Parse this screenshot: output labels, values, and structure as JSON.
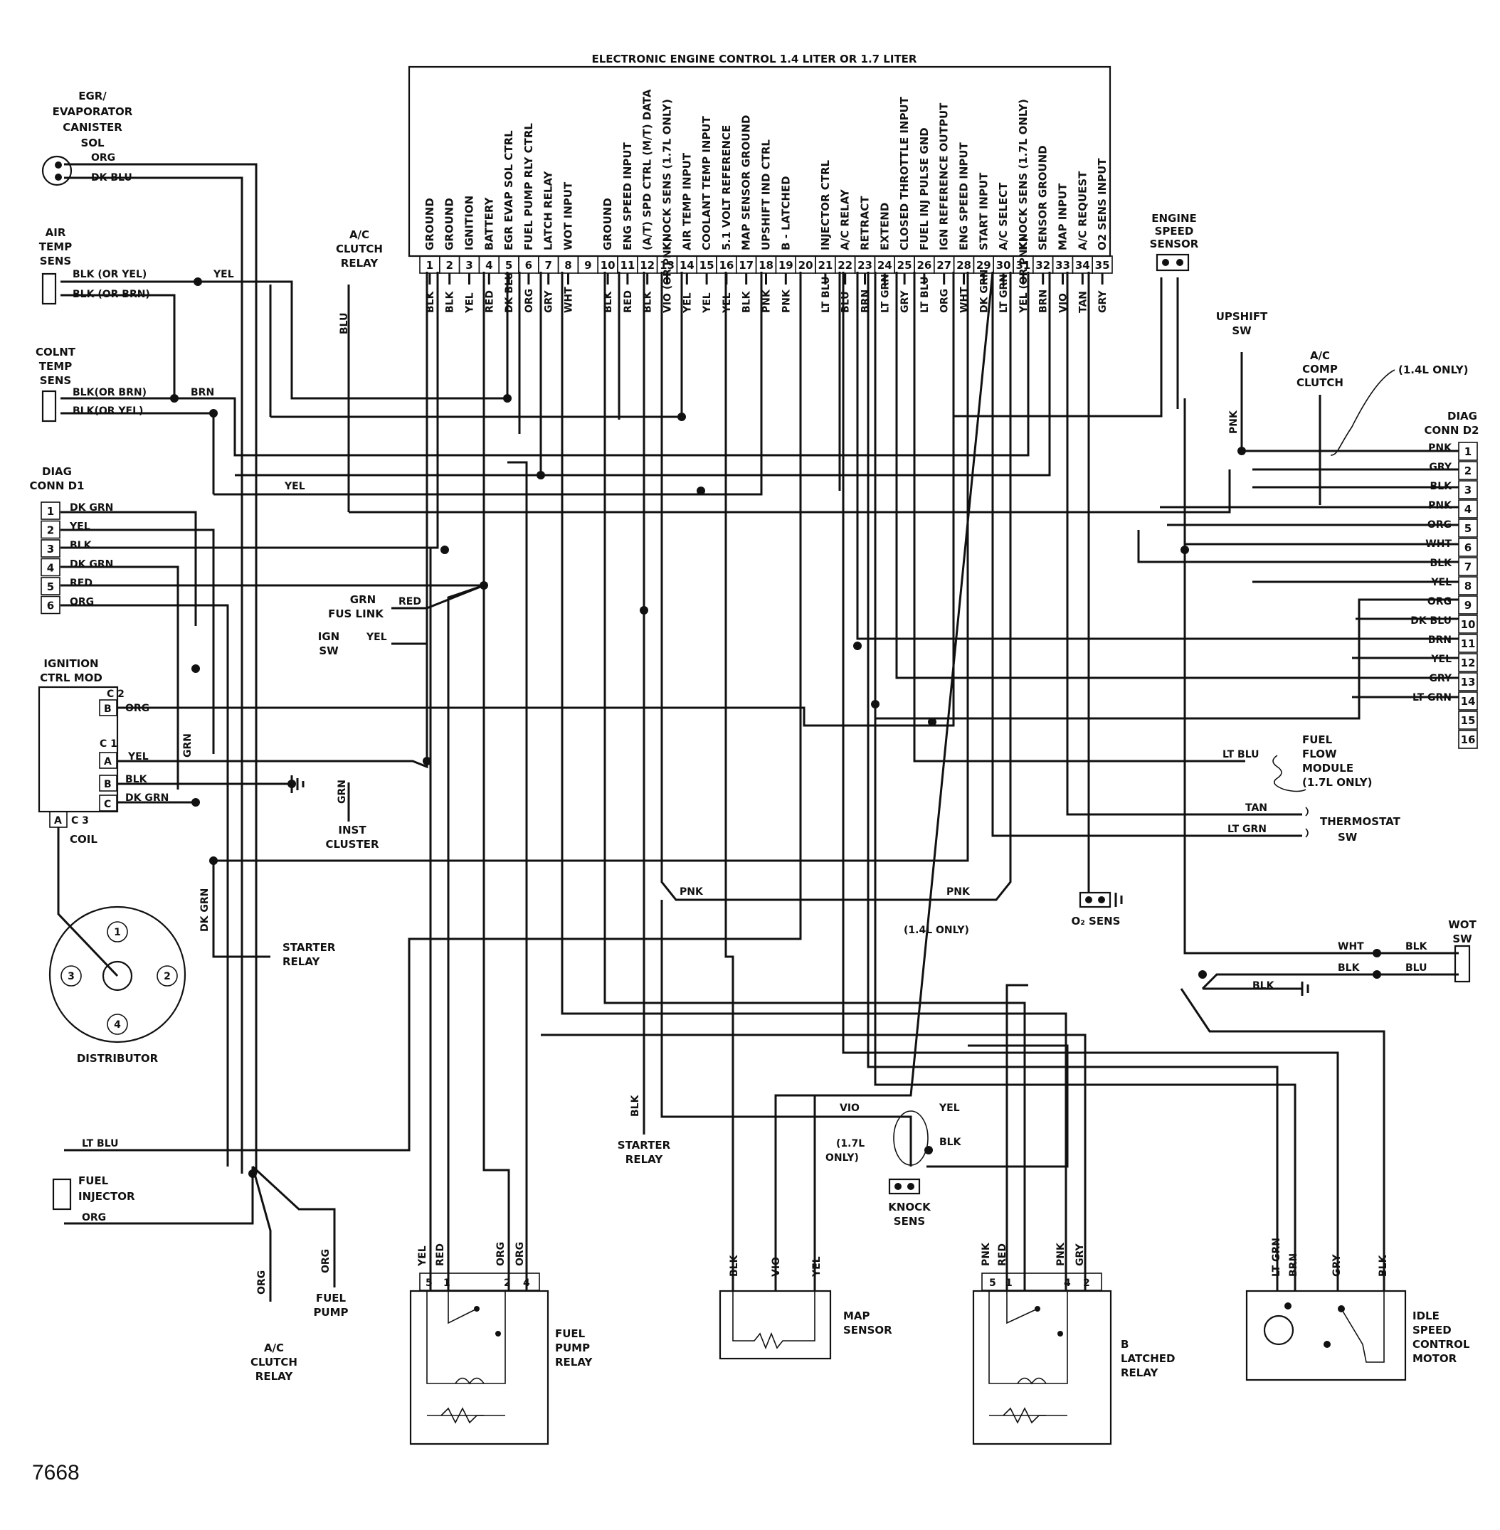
{
  "ecu": {
    "title": "ELECTRONIC ENGINE CONTROL 1.4 LITER OR 1.7 LITER",
    "pins": [
      {
        "num": "1",
        "func": "GROUND",
        "wire": "BLK"
      },
      {
        "num": "2",
        "func": "GROUND",
        "wire": "BLK"
      },
      {
        "num": "3",
        "func": "IGNITION",
        "wire": "YEL"
      },
      {
        "num": "4",
        "func": "BATTERY",
        "wire": "RED"
      },
      {
        "num": "5",
        "func": "EGR EVAP SOL CTRL",
        "wire": "DK BLU"
      },
      {
        "num": "6",
        "func": "FUEL PUMP RLY CTRL",
        "wire": "ORG"
      },
      {
        "num": "7",
        "func": "LATCH RELAY",
        "wire": "GRY"
      },
      {
        "num": "8",
        "func": "WOT INPUT",
        "wire": "WHT"
      },
      {
        "num": "9",
        "func": "",
        "wire": ""
      },
      {
        "num": "10",
        "func": "GROUND",
        "wire": "BLK"
      },
      {
        "num": "11",
        "func": "ENG SPEED INPUT",
        "wire": "RED"
      },
      {
        "num": "12",
        "func": "(A/T) SPD CTRL (M/T) DATA",
        "wire": "BLK"
      },
      {
        "num": "13",
        "func": "KNOCK SENS (1.7L ONLY)",
        "wire": "VIO (OR PNK)"
      },
      {
        "num": "14",
        "func": "AIR TEMP INPUT",
        "wire": "YEL"
      },
      {
        "num": "15",
        "func": "COOLANT TEMP INPUT",
        "wire": "YEL"
      },
      {
        "num": "16",
        "func": "5.1 VOLT REFERENCE",
        "wire": "YEL"
      },
      {
        "num": "17",
        "func": "MAP SENSOR GROUND",
        "wire": "BLK"
      },
      {
        "num": "18",
        "func": "UPSHIFT IND CTRL",
        "wire": "PNK"
      },
      {
        "num": "19",
        "func": "B - LATCHED",
        "wire": "PNK"
      },
      {
        "num": "20",
        "func": "",
        "wire": ""
      },
      {
        "num": "21",
        "func": "INJECTOR CTRL",
        "wire": "LT BLU"
      },
      {
        "num": "22",
        "func": "A/C RELAY",
        "wire": "BLU"
      },
      {
        "num": "23",
        "func": "RETRACT",
        "wire": "BRN"
      },
      {
        "num": "24",
        "func": "EXTEND",
        "wire": "LT GRN"
      },
      {
        "num": "25",
        "func": "CLOSED THROTTLE INPUT",
        "wire": "GRY"
      },
      {
        "num": "26",
        "func": "FUEL INJ PULSE GND",
        "wire": "LT BLU"
      },
      {
        "num": "27",
        "func": "IGN REFERENCE OUTPUT",
        "wire": "ORG"
      },
      {
        "num": "28",
        "func": "ENG SPEED INPUT",
        "wire": "WHT"
      },
      {
        "num": "29",
        "func": "START INPUT",
        "wire": "DK GRN"
      },
      {
        "num": "30",
        "func": "A/C SELECT",
        "wire": "LT GRN"
      },
      {
        "num": "31",
        "func": "KNOCK SENS (1.7L ONLY)",
        "wire": "YEL (OR PNK)"
      },
      {
        "num": "32",
        "func": "SENSOR GROUND",
        "wire": "BRN"
      },
      {
        "num": "33",
        "func": "MAP INPUT",
        "wire": "VIO"
      },
      {
        "num": "34",
        "func": "A/C REQUEST",
        "wire": "TAN"
      },
      {
        "num": "35",
        "func": "O2 SENS INPUT",
        "wire": "GRY"
      }
    ]
  },
  "components": {
    "egr_sol": {
      "name": [
        "EGR/",
        "EVAPORATOR",
        "CANISTER",
        "SOL"
      ],
      "wires": [
        "ORG",
        "DK BLU"
      ]
    },
    "air_temp": {
      "name": [
        "AIR",
        "TEMP",
        "SENS"
      ],
      "wires": [
        "BLK (OR YEL)",
        "BLK (OR BRN)"
      ],
      "tap": "YEL"
    },
    "colnt_temp": {
      "name": [
        "COLNT",
        "TEMP",
        "SENS"
      ],
      "wires": [
        "BLK(OR BRN)",
        "BLK(OR YEL)"
      ],
      "tap": "BRN"
    },
    "ac_clutch_relay_top": {
      "name": [
        "A/C",
        "CLUTCH",
        "RELAY"
      ],
      "wire": "BLU"
    },
    "diag_d1": {
      "name": [
        "DIAG",
        "CONN D1"
      ],
      "pins": [
        "1",
        "2",
        "3",
        "4",
        "5",
        "6"
      ],
      "wires": [
        "DK GRN",
        "YEL",
        "BLK",
        "DK GRN",
        "RED",
        "ORG"
      ],
      "tap": "YEL"
    },
    "fus_link": {
      "name": [
        "GRN",
        "FUS LINK"
      ],
      "wire": "RED"
    },
    "ign_sw": {
      "name": [
        "IGN",
        "SW"
      ],
      "wire": "YEL"
    },
    "icm": {
      "name": [
        "IGNITION",
        "CTRL MOD"
      ],
      "c2": "C 2",
      "c1": "C 1",
      "c3": "C 3",
      "pins": [
        "B",
        "A",
        "B",
        "C",
        "A"
      ],
      "wires": [
        "ORG",
        "YEL",
        "BLK",
        "DK GRN",
        "GRN"
      ],
      "coil": "COIL"
    },
    "inst_cluster": {
      "name": [
        "INST",
        "CLUSTER"
      ],
      "wire": "GRN"
    },
    "distributor": {
      "name": "DISTRIBUTOR",
      "terminals": [
        "1",
        "2",
        "3",
        "4"
      ]
    },
    "starter_relay_left": {
      "name": [
        "STARTER",
        "RELAY"
      ],
      "wire": "DK GRN"
    },
    "fuel_injector": {
      "name": [
        "FUEL",
        "INJECTOR"
      ],
      "wires": [
        "LT BLU",
        "ORG"
      ]
    },
    "fuel_pump": {
      "name": [
        "FUEL",
        "PUMP"
      ],
      "wire": "ORG"
    },
    "ac_clutch_relay_bottom": {
      "name": [
        "A/C",
        "CLUTCH",
        "RELAY"
      ],
      "wire": "ORG"
    },
    "fuel_pump_relay": {
      "name": [
        "FUEL",
        "PUMP",
        "RELAY"
      ],
      "pins": [
        "5",
        "1",
        "2",
        "4"
      ],
      "wires": [
        "YEL",
        "RED",
        "ORG",
        "ORG"
      ]
    },
    "starter_relay_mid": {
      "name": [
        "STARTER",
        "RELAY"
      ],
      "wire": "BLK"
    },
    "map_sensor": {
      "name": [
        "MAP",
        "SENSOR"
      ],
      "wires": [
        "BLK",
        "VIO",
        "YEL"
      ]
    },
    "knock_sens": {
      "name": [
        "KNOCK",
        "SENS"
      ],
      "wires": [
        "VIO",
        "YEL",
        "BLK"
      ],
      "note": [
        "(1.7L",
        "ONLY)"
      ]
    },
    "pnk_note": {
      "wires": [
        "PNK",
        "PNK"
      ],
      "note": "(1.4L ONLY)"
    },
    "b_latched_relay": {
      "name": [
        "B",
        "LATCHED",
        "RELAY"
      ],
      "pins": [
        "5",
        "1",
        "4",
        "2"
      ],
      "wires": [
        "PNK",
        "RED",
        "PNK",
        "GRY"
      ]
    },
    "idle_motor": {
      "name": [
        "IDLE",
        "SPEED",
        "CONTROL",
        "MOTOR"
      ],
      "wires": [
        "LT GRN",
        "BRN",
        "GRY",
        "BLK"
      ]
    },
    "engine_speed_sensor": {
      "name": [
        "ENGINE",
        "SPEED",
        "SENSOR"
      ]
    },
    "upshift_sw": {
      "name": [
        "UPSHIFT",
        "SW"
      ],
      "wire": "PNK"
    },
    "ac_comp_clutch": {
      "name": [
        "A/C",
        "COMP",
        "CLUTCH"
      ],
      "note": "(1.4L ONLY)"
    },
    "diag_d2": {
      "name": [
        "DIAG",
        "CONN D2"
      ],
      "pins": [
        "1",
        "2",
        "3",
        "4",
        "5",
        "6",
        "7",
        "8",
        "9",
        "10",
        "11",
        "12",
        "13",
        "14",
        "15",
        "16"
      ],
      "wires": [
        "PNK",
        "GRY",
        "BLK",
        "PNK",
        "ORG",
        "WHT",
        "BLK",
        "YEL",
        "ORG",
        "DK BLU",
        "BRN",
        "YEL",
        "GRY",
        "LT GRN",
        "",
        ""
      ]
    },
    "fuel_flow": {
      "name": [
        "FUEL",
        "FLOW",
        "MODULE",
        "(1.7L ONLY)"
      ],
      "wire": "LT BLU"
    },
    "thermostat_sw": {
      "name": [
        "THERMOSTAT",
        "SW"
      ],
      "wires": [
        "TAN",
        "LT GRN"
      ]
    },
    "o2_sens": {
      "name": "O₂ SENS"
    },
    "wot_sw": {
      "name": [
        "WOT",
        "SW"
      ],
      "wires": [
        "WHT",
        "BLK",
        "BLK",
        "BLU"
      ],
      "ground": "BLK"
    }
  },
  "figure_number": "7668"
}
